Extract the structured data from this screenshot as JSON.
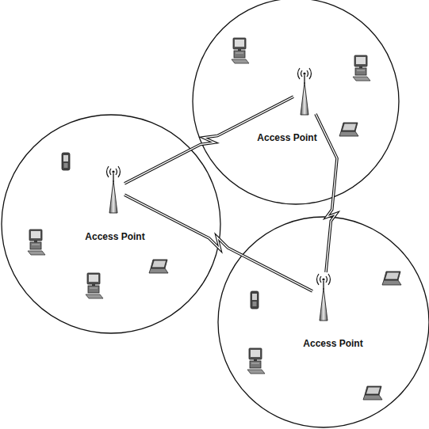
{
  "diagram": {
    "nodes": [
      {
        "text": [
          "Access Point"
        ]
      },
      {
        "text": [
          "Access Point"
        ]
      },
      {
        "text": [
          "Access Point"
        ]
      }
    ],
    "edges": [
      {
        "from": 1,
        "to": 0,
        "arrow": "none"
      },
      {
        "from": 1,
        "to": 2,
        "arrow": "none"
      },
      {
        "from": 0,
        "to": 2,
        "arrow": "none"
      }
    ]
  }
}
